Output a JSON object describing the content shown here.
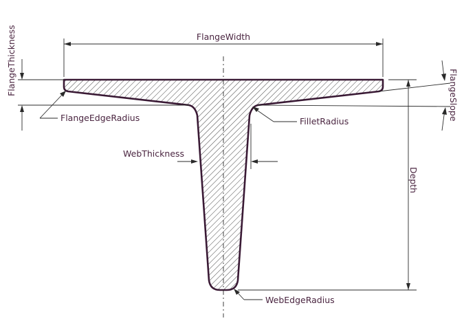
{
  "labels": {
    "flange_width": "FlangeWidth",
    "flange_thickness": "FlangeThickness",
    "flange_slope": "FlangeSlope",
    "flange_edge_radius": "FlangeEdgeRadius",
    "fillet_radius": "FilletRadius",
    "web_thickness": "WebThickness",
    "depth": "Depth",
    "web_edge_radius": "WebEdgeRadius"
  },
  "colors": {
    "outline": "#3a1a35",
    "label_text": "#4a2540",
    "dimension_lines": "#2a2a2a",
    "background": "#ffffff"
  }
}
